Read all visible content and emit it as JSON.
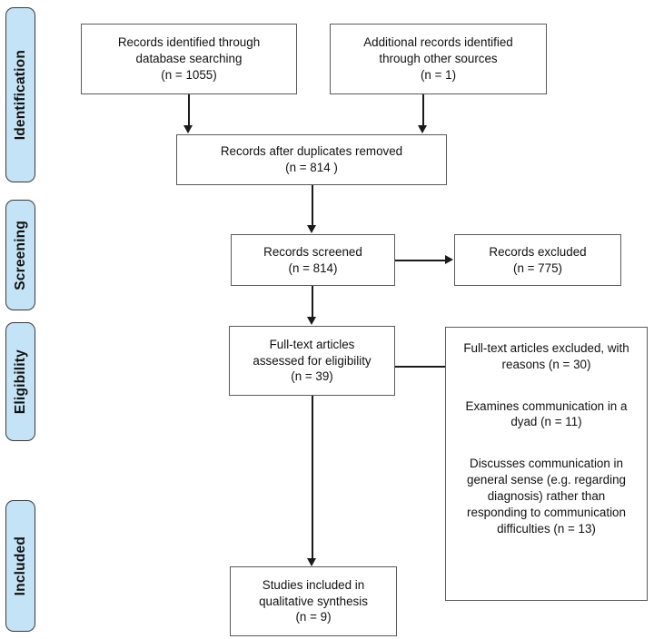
{
  "diagram": {
    "title": "PRISMA flow diagram",
    "type": "flowchart",
    "accent_color": "#c5e3f6",
    "box_border_color": "#5a5a5a",
    "connector_color": "#1a1a1a"
  },
  "stages": [
    {
      "id": "identification",
      "label": "Identification"
    },
    {
      "id": "screening",
      "label": "Screening"
    },
    {
      "id": "eligibility",
      "label": "Eligibility"
    },
    {
      "id": "included",
      "label": "Included"
    }
  ],
  "boxes": {
    "records_database": {
      "text": "Records identified through\ndatabase searching\n(n = 1055)"
    },
    "records_other": {
      "text": "Additional records identified\nthrough other sources\n(n =  1)"
    },
    "duplicates_removed": {
      "text": "Records after duplicates removed\n(n =  814 )"
    },
    "records_screened": {
      "text": "Records screened\n(n =  814)"
    },
    "records_excluded": {
      "text": "Records excluded\n(n = 775)"
    },
    "fulltext_assessed": {
      "text": "Full-text articles\nassessed for eligibility\n(n =  39)"
    },
    "fulltext_excluded": {
      "reasons": [
        "Full-text articles excluded, with\nreasons (n =  30)",
        "Examines communication in a\ndyad (n = 11)",
        "Discusses communication in\ngeneral sense (e.g. regarding\ndiagnosis) rather than\nresponding to communication\ndifficulties (n = 13)"
      ]
    },
    "studies_included": {
      "text": "Studies included in\nqualitative synthesis\n(n = 9)"
    }
  }
}
